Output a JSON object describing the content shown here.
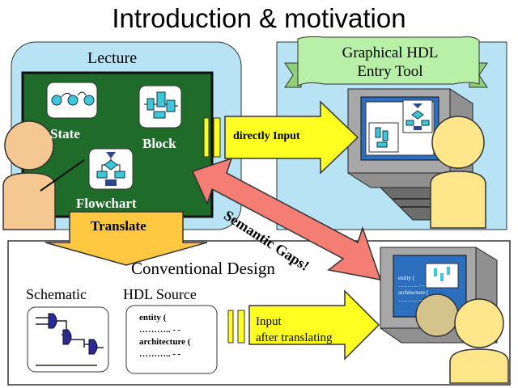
{
  "title": "Introduction & motivation",
  "lecture": {
    "label": "Lecture",
    "board_items": [
      "State",
      "Block",
      "Flowchart"
    ]
  },
  "graphical_tool": {
    "banner_line1": "Graphical HDL",
    "banner_line2": "Entry Tool"
  },
  "arrows": {
    "direct_input": "directly Input",
    "translate": "Translate",
    "semantic_gaps": "Semantic Gaps!",
    "input_after_line1": "Input",
    "input_after_line2": "after translating"
  },
  "conventional": {
    "label": "Conventional Design",
    "schematic_label": "Schematic",
    "hdl_label": "HDL Source",
    "hdl_lines": [
      "entity (",
      "……….. - -",
      "architecture (",
      "……….. - -"
    ],
    "monitor_lines": [
      "entity (",
      "……….. - -",
      "architecture (",
      "……….. - -"
    ]
  },
  "colors": {
    "board": "#1f6b2a",
    "lecture_bg": "#b7e3f5",
    "tool_bg": "#b7e3f5",
    "banner": "#b9f0a8",
    "person": "#f4c890",
    "person_yellow": "#ffe68a",
    "yellow_arrow": "#ffff22",
    "orange_arrow": "#ffc840",
    "red_arrow": "#f47d74"
  }
}
